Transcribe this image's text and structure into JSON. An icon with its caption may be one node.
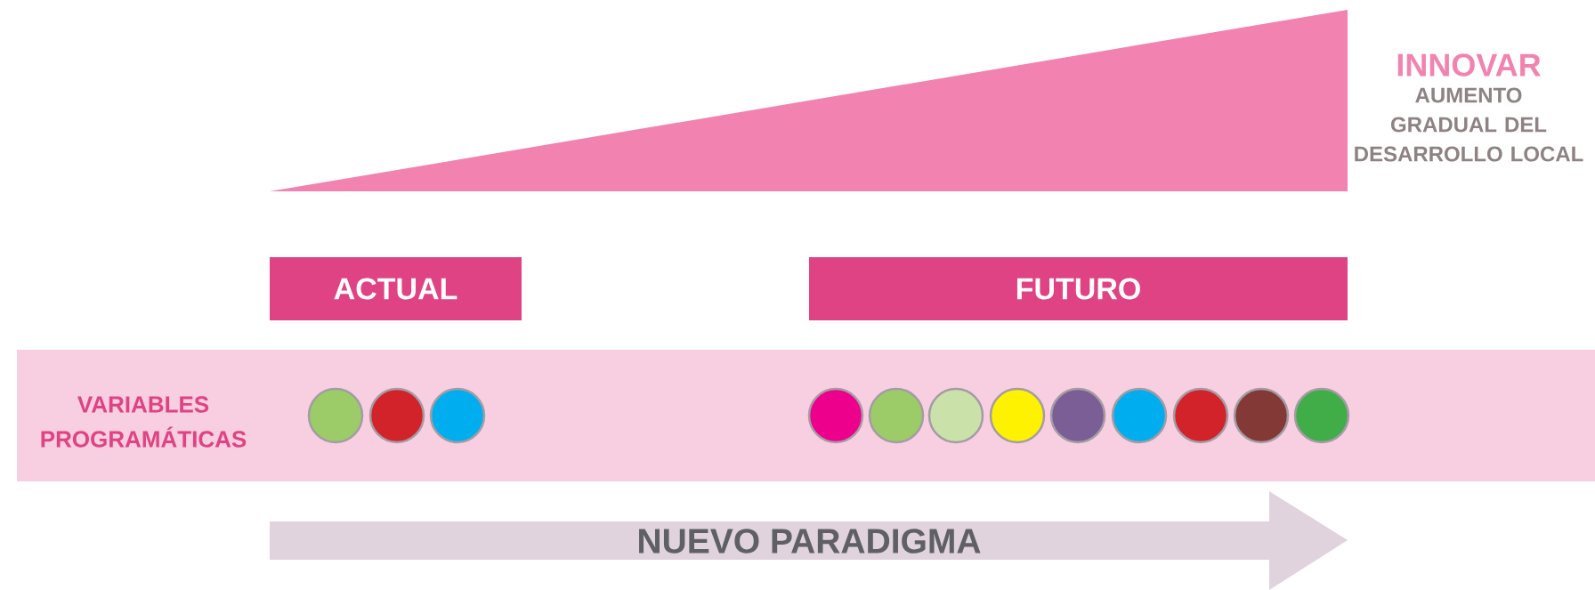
{
  "diagram": {
    "nodes": [
      {
        "text": [],
        "shape": "triangle",
        "beside": [
          "INNOVAR",
          "AUMENTO GRADUAL DEL DESARROLLO LOCAL"
        ]
      },
      {
        "text": [
          "ACTUAL"
        ]
      },
      {
        "text": [
          "FUTURO"
        ]
      },
      {
        "text": [
          "VARIABLES PROGRAMÁTICAS"
        ]
      },
      {
        "text": [],
        "shape": "circle",
        "in": 3
      },
      {
        "text": [],
        "shape": "circle",
        "in": 3
      },
      {
        "text": [],
        "shape": "circle",
        "in": 3
      },
      {
        "text": [],
        "shape": "circle",
        "in": 3
      },
      {
        "text": [],
        "shape": "circle",
        "in": 3
      },
      {
        "text": [],
        "shape": "circle",
        "in": 3
      },
      {
        "text": [],
        "shape": "circle",
        "in": 3
      },
      {
        "text": [],
        "shape": "circle",
        "in": 3
      },
      {
        "text": [],
        "shape": "circle",
        "in": 3
      },
      {
        "text": [],
        "shape": "circle",
        "in": 3
      },
      {
        "text": [],
        "shape": "circle",
        "in": 3
      },
      {
        "text": [],
        "shape": "circle",
        "in": 3
      },
      {
        "text": [
          "NUEVO PARADIGMA"
        ]
      }
    ]
  }
}
